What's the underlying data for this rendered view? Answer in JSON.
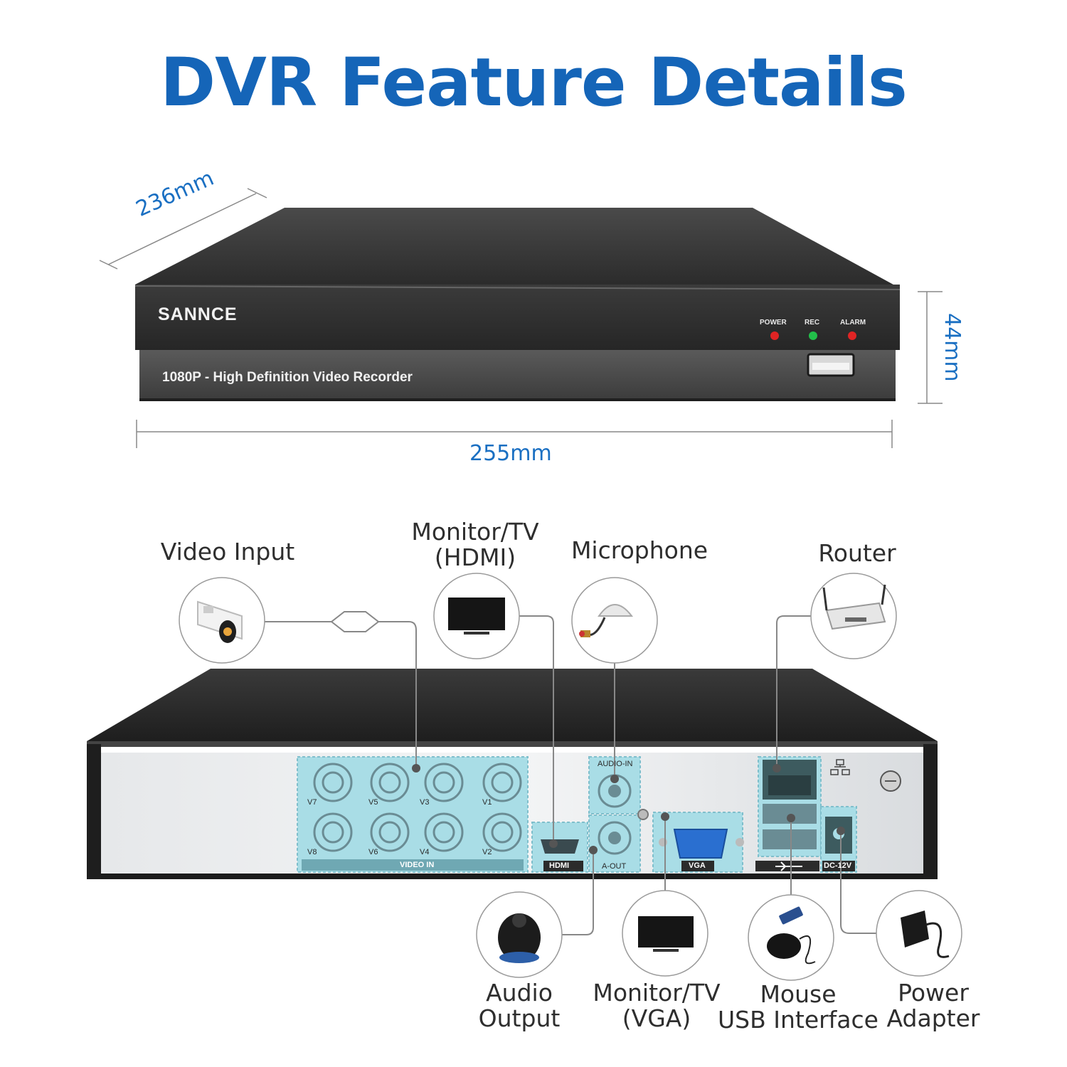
{
  "title": "DVR Feature Details",
  "dimensions": {
    "depth": "236mm",
    "height": "44mm",
    "width": "255mm"
  },
  "front_panel": {
    "brand": "SANNCE",
    "model_text": "1080P - High Definition Video Recorder",
    "leds": [
      "POWER",
      "REC",
      "ALARM"
    ]
  },
  "rear_panel": {
    "video_channels": [
      "V7",
      "V5",
      "V3",
      "V1",
      "V8",
      "V6",
      "V4",
      "V2"
    ],
    "video_in": "VIDEO IN",
    "hdmi": "HDMI",
    "audio_in": "AUDIO-IN",
    "audio_out": "A-OUT",
    "vga": "VGA",
    "power": "DC-12V"
  },
  "connections": {
    "video_input": "Video Input",
    "hdmi_line1": "Monitor/TV",
    "hdmi_line2": "(HDMI)",
    "microphone": "Microphone",
    "router": "Router",
    "audio_line1": "Audio",
    "audio_line2": "Output",
    "vga_line1": "Monitor/TV",
    "vga_line2": "(VGA)",
    "usb_line1": "Mouse",
    "usb_line2": "USB Interface",
    "power_line1": "Power",
    "power_line2": "Adapter"
  },
  "colors": {
    "accent": "#1565b8",
    "highlight": "#9fd6e0",
    "device": "#2f2f2f"
  }
}
